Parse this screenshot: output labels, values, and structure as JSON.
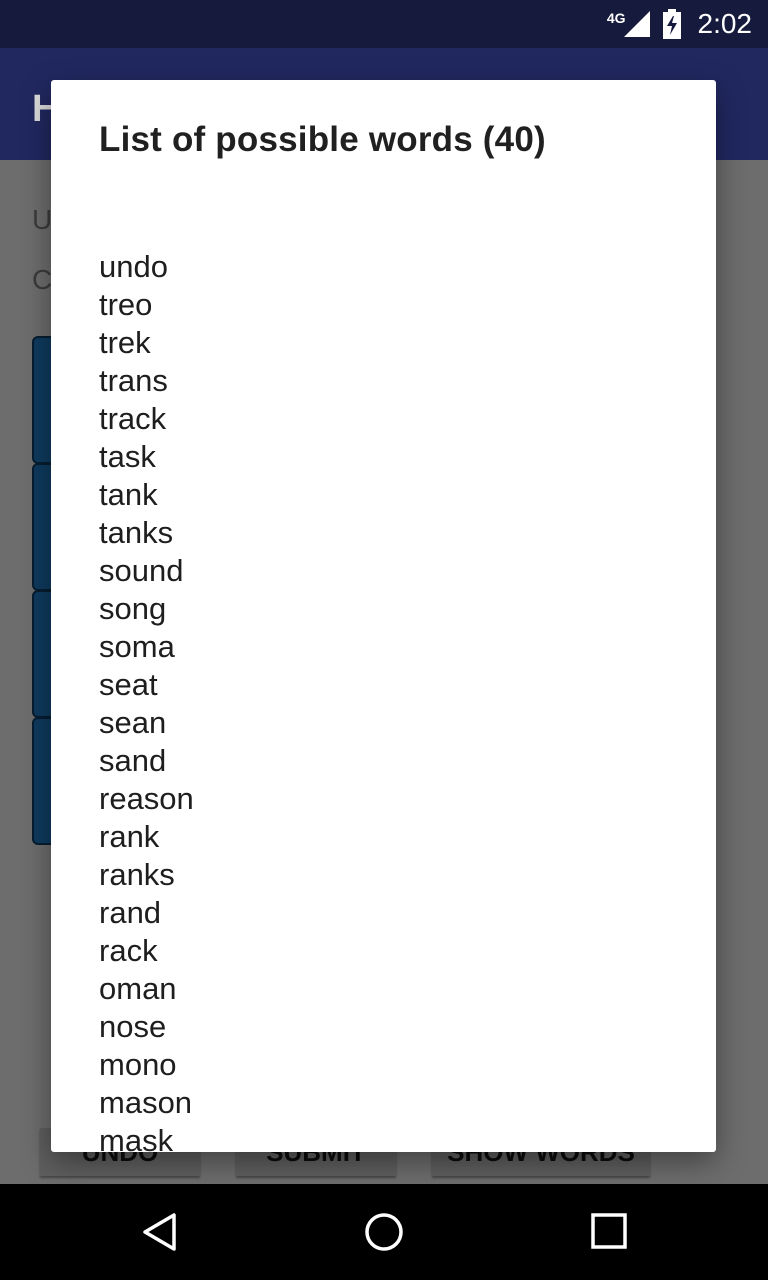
{
  "status_bar": {
    "network_type": "4G",
    "time": "2:02",
    "icons": [
      "signal-icon",
      "battery-charging-icon"
    ]
  },
  "app_bar": {
    "title": "H"
  },
  "background": {
    "line1": "U",
    "line2": "C",
    "buttons": {
      "undo": "UNDO",
      "submit": "SUBMIT",
      "show_words": "SHOW WORDS"
    }
  },
  "dialog": {
    "title": "List of possible words (40)",
    "words": [
      "undo",
      "treo",
      "trek",
      "trans",
      "track",
      "task",
      "tank",
      "tanks",
      "sound",
      "song",
      "soma",
      "seat",
      "sean",
      "sand",
      "reason",
      "rank",
      "ranks",
      "rand",
      "rack",
      "oman",
      "nose",
      "mono",
      "mason",
      "mask"
    ]
  },
  "nav_bar": {
    "icons": [
      "back-icon",
      "home-icon",
      "recents-icon"
    ]
  }
}
